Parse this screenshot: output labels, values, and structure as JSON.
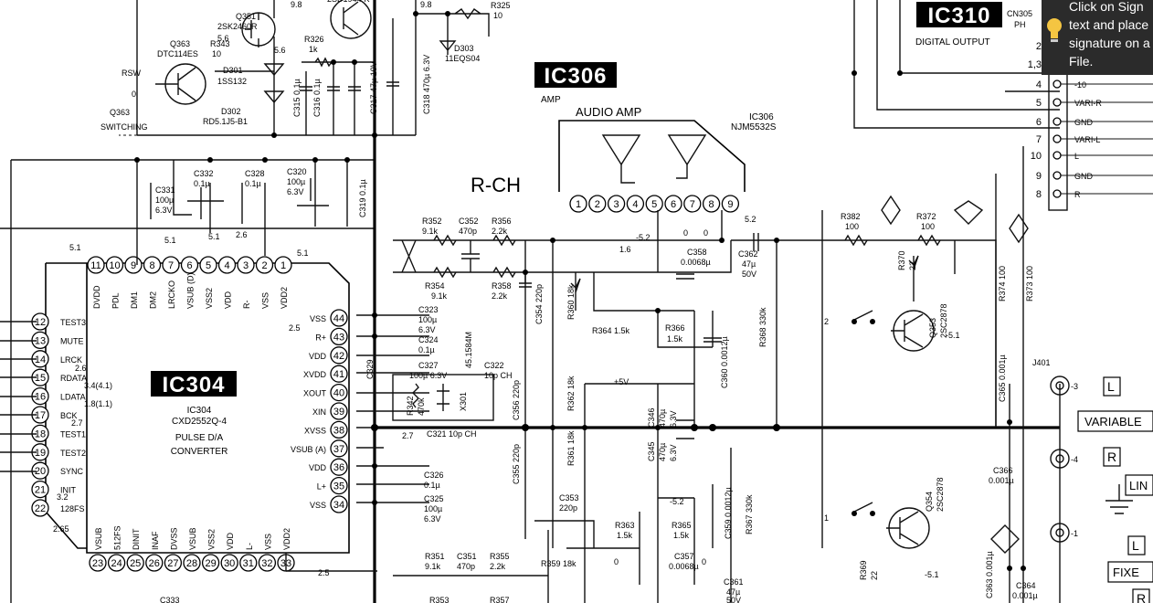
{
  "ic304": {
    "badge": "IC304",
    "part": "IC304",
    "model": "CXD2552Q-4",
    "desc1": "PULSE D/A",
    "desc2": "CONVERTER",
    "top_pins": [
      "11",
      "10",
      "9",
      "8",
      "7",
      "6",
      "5",
      "4",
      "3",
      "2",
      "1"
    ],
    "top_pin_names": [
      "DVDD",
      "PDL",
      "DM1",
      "DM2",
      "LRCKO",
      "VSUB (D)",
      "VSS2",
      "VDD",
      "R-",
      "VSS",
      "VDD2"
    ],
    "left_pins": [
      "12",
      "13",
      "14",
      "15",
      "16",
      "17",
      "18",
      "19",
      "20",
      "21",
      "22"
    ],
    "left_pin_names": [
      "TEST3",
      "MUTE",
      "LRCK",
      "RDATA",
      "LDATA",
      "BCK",
      "TEST1",
      "TEST2",
      "SYNC",
      "INIT",
      "128FS"
    ],
    "right_pins": [
      "44",
      "43",
      "42",
      "41",
      "40",
      "39",
      "38",
      "37",
      "36",
      "35",
      "34"
    ],
    "right_pin_names": [
      "VSS",
      "R+",
      "VDD",
      "XVDD",
      "XOUT",
      "XIN",
      "XVSS",
      "VSUB (A)",
      "VDD",
      "L+",
      "VSS"
    ],
    "bottom_pins": [
      "23",
      "24",
      "25",
      "26",
      "27",
      "28",
      "29",
      "30",
      "31",
      "32",
      "33"
    ],
    "bottom_pin_names": [
      "VSUB",
      "512FS",
      "DINIT",
      "INAF",
      "DVSS",
      "VSUB",
      "VSS2",
      "VDD",
      "L-",
      "VSS",
      "VDD2"
    ]
  },
  "ic306": {
    "badge": "IC306",
    "label": "AMP",
    "title": "AUDIO AMP",
    "part": "IC306",
    "model": "NJM5532S",
    "pins": [
      "1",
      "2",
      "3",
      "4",
      "5",
      "6",
      "7",
      "8",
      "9"
    ],
    "channel": "R-CH"
  },
  "ic310": {
    "badge": "IC310",
    "connector": "CN305",
    "connector2": "PH",
    "title": "DIGITAL OUTPUT"
  },
  "connector_pins": [
    {
      "num": "2",
      "name": ""
    },
    {
      "num": "1,3",
      "name": "GND"
    },
    {
      "num": "4",
      "name": "-10"
    },
    {
      "num": "5",
      "name": "VARI-R"
    },
    {
      "num": "6",
      "name": "GND"
    },
    {
      "num": "7",
      "name": "VARI-L"
    },
    {
      "num": "10",
      "name": "L"
    },
    {
      "num": "9",
      "name": "GND"
    },
    {
      "num": "8",
      "name": "R"
    }
  ],
  "q351": {
    "ref": "Q351",
    "model": "2SK2460R"
  },
  "q363": {
    "ref": "Q363",
    "model": "DTC114ES",
    "caption1": "Q363",
    "caption2": "SWITCHING",
    "rsw": "RSW",
    "zero": "0"
  },
  "top_transistor": {
    "model": "2SD1944-K"
  },
  "volt_labels": {
    "v98a": "9.8",
    "v98b": "9.8",
    "v56a": "5.6",
    "v56b": "5.6",
    "v52a": "-5.2",
    "v52b": "5.2",
    "v51": "5.1",
    "v16": "1.6",
    "v26": "2.6",
    "v25a": "2.5",
    "v25b": "2.5",
    "v27": "2.7",
    "v265": "2.65",
    "v5v": "+5V",
    "vm52": "-5.2",
    "vm51": "-5.1"
  },
  "components": {
    "r343": "R343",
    "r343v": "10",
    "d301": "D301",
    "d301m": "1SS132",
    "d302": "D302",
    "d302m": "RD5.1J5-B1",
    "r326": "R326",
    "r326v": "1k",
    "c315": "C315 0.1µ",
    "c316": "C316 0.1µ",
    "c317": "C317 47µ 10V",
    "c318": "C318 470µ 6.3V",
    "r325": "R325",
    "r325v": "10",
    "d303": "D303",
    "d303m": "11EQS04",
    "c331": "C331",
    "c331v": "100µ",
    "c331r": "6.3V",
    "c332": "C332",
    "c332v": "0.1µ",
    "c328": "C328",
    "c328v": "0.1µ",
    "c320": "C320",
    "c320v": "100µ",
    "c320r": "6.3V",
    "c319": "C319 0.1µ",
    "r352": "R352",
    "r352v": "9.1k",
    "c352": "C352",
    "c352v": "470p",
    "r356": "R356",
    "r356v": "2.2k",
    "r354": "R354",
    "r354v": "9.1k",
    "r358": "R358",
    "r358v": "2.2k",
    "c354": "C354 220p",
    "r360": "R360 18k",
    "r364": "R364 1.5k",
    "r366": "R366",
    "r366v": "1.5k",
    "c358": "C358",
    "c358v": "0.0068µ",
    "c360": "C360 0.0012µ",
    "c362": "C362",
    "c362v": "47µ",
    "c362r": "50V",
    "r368": "R368 330k",
    "c323": "C323",
    "c323v": "100µ",
    "c323r": "6.3V",
    "c324": "C324",
    "c324v": "0.1µ",
    "c327": "C327",
    "c327v": "100µ 6.3V",
    "x301": "X301",
    "x301v": "45.1584M",
    "c322": "C322",
    "c322v": "10p CH",
    "r342": "R342",
    "r342v": "470k",
    "c321": "C321 10p CH",
    "c329": "C329",
    "c356": "C356 220p",
    "r362": "R362 18k",
    "c346": "C346",
    "c346v": "470µ",
    "c346r": "6.3V",
    "c345": "C345",
    "c345v": "470µ",
    "c345r": "6.3V",
    "c355": "C355 220p",
    "r361": "R361 18k",
    "c353": "C353",
    "c353v": "220p",
    "r359": "R359 18k",
    "r363": "R363",
    "r363v": "1.5k",
    "r365": "R365",
    "r365v": "1.5k",
    "c357": "C357",
    "c357v": "0.0068µ",
    "c359": "C359 0.0012µ",
    "r367": "R367 330k",
    "c361": "C361",
    "c361v": "47µ",
    "c361r": "50V",
    "r351": "R351",
    "r351v": "9.1k",
    "c351": "C351",
    "c351v": "470p",
    "r355": "R355",
    "r355v": "2.2k",
    "r353": "R353",
    "r357": "R357",
    "c326": "C326",
    "c326v": "0.1µ",
    "c325": "C325",
    "c325v": "100µ",
    "c325r": "6.3V",
    "c333": "C333",
    "r382": "R382",
    "r382v": "100",
    "r372": "R372",
    "r372v": "100",
    "r370": "R370",
    "r370v": "22",
    "q353": "Q353",
    "q353m": "2SC2878",
    "q354": "Q354",
    "q354m": "2SC2878",
    "r369": "R369",
    "r369v": "22",
    "r374": "R374 100",
    "r373": "R373 100",
    "c365": "C365 0.001µ",
    "c366": "C366",
    "c366v": "0.001µ",
    "c363": "C363 0.001µ",
    "c364": "C364",
    "c364v": "0.001µ",
    "j401": "J401",
    "sw_a": "2",
    "sw_b": "1",
    "zero_a": "0",
    "zero_b": "0",
    "zero_c": "0",
    "zero_d": "0",
    "p3": "-3",
    "p4": "-4",
    "p1": "-1",
    "ldata_v": "3.4(4.1)",
    "lrck_v": "2.6",
    "bck_v": "2.7",
    "ldata2_v": "1.8(1.1)",
    "init_v": "3.2"
  },
  "jacks": {
    "variable": "VARIABLE",
    "fixed": "FIXE",
    "line": "LIN",
    "l_tag": "L",
    "r_tag": "R",
    "l_tag2": "L",
    "r_tag2": "R"
  },
  "sign_popup": {
    "text": "Click on Sign\ntext and place\nsignature on a\nFile."
  }
}
